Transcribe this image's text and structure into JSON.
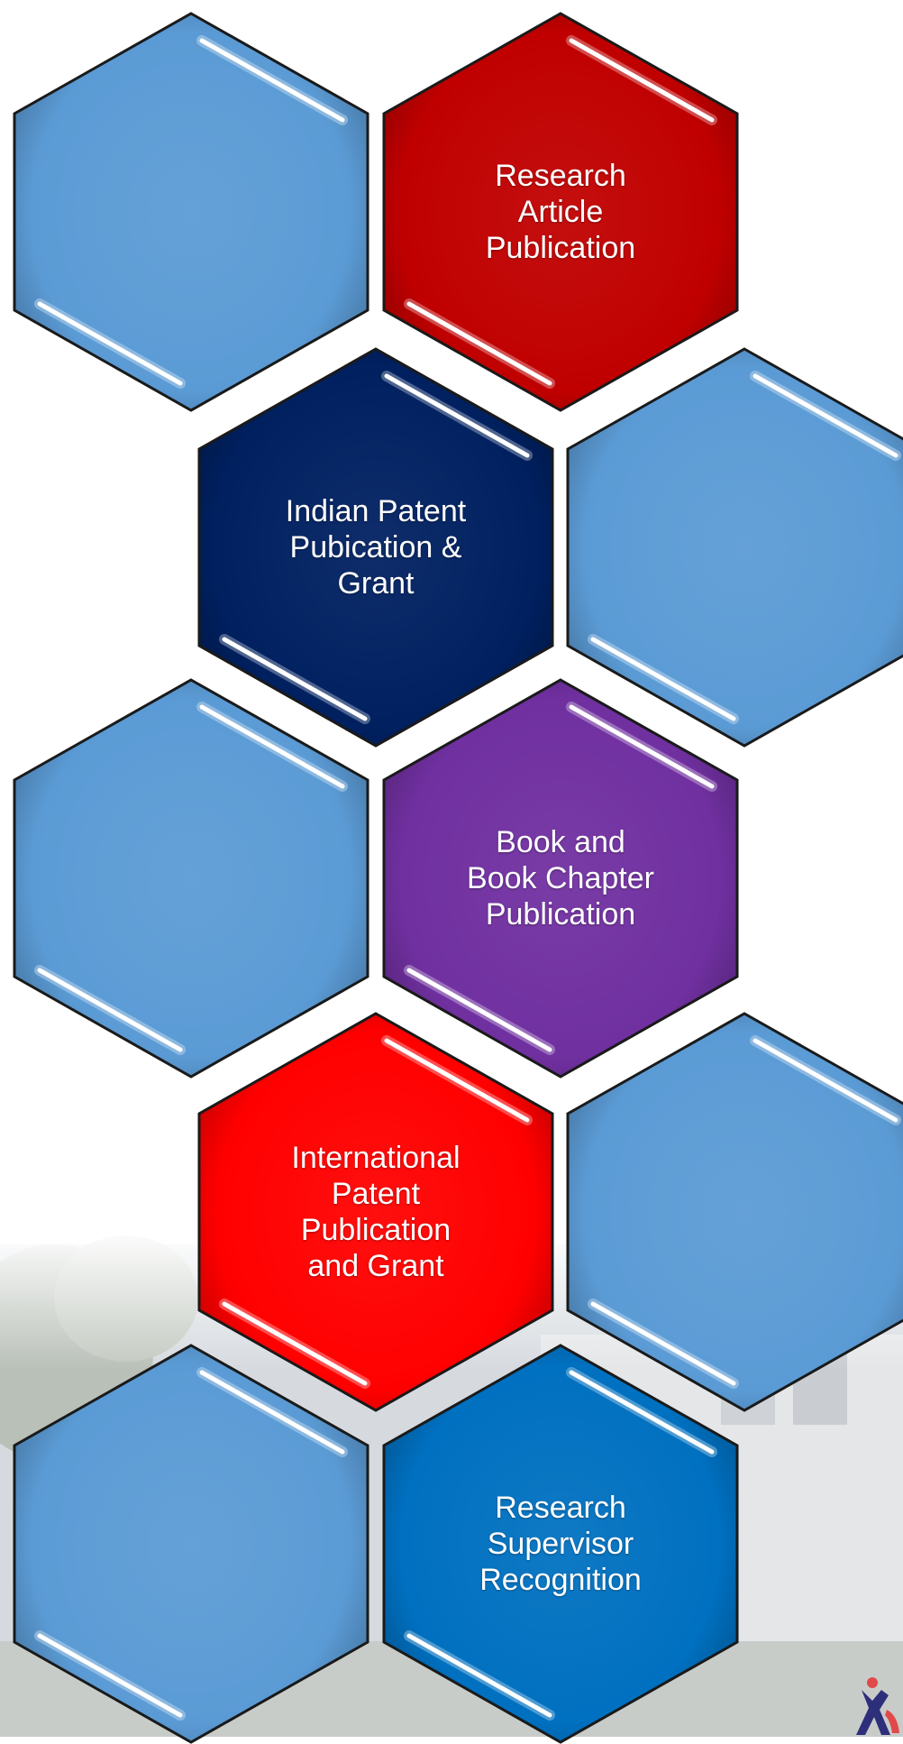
{
  "colors": {
    "light_blue": "#5b9bd5",
    "research_article": "#c00000",
    "indian_patent": "#002060",
    "book_chapter": "#7030a0",
    "international_patent": "#ff0000",
    "research_supervisor": "#0070c0",
    "outline": "#1a1a1a",
    "logo": "#2e2f7a"
  },
  "hexagons": [
    {
      "id": "blank-1",
      "label": "",
      "color": "#5b9bd5"
    },
    {
      "id": "research-article",
      "label": "Research\nArticle\nPublication",
      "color": "#c00000"
    },
    {
      "id": "indian-patent",
      "label": "Indian  Patent\nPubication &\nGrant",
      "color": "#002060"
    },
    {
      "id": "blank-2",
      "label": "",
      "color": "#5b9bd5"
    },
    {
      "id": "blank-3",
      "label": "",
      "color": "#5b9bd5"
    },
    {
      "id": "book-chapter",
      "label": "Book and\nBook Chapter\nPublication",
      "color": "#7030a0"
    },
    {
      "id": "international-patent",
      "label": "International\nPatent\nPublication\nand Grant",
      "color": "#ff0000"
    },
    {
      "id": "blank-4",
      "label": "",
      "color": "#5b9bd5"
    },
    {
      "id": "blank-5",
      "label": "",
      "color": "#5b9bd5"
    },
    {
      "id": "research-supervisor",
      "label": "Research\nSupervisor\nRecognition",
      "color": "#0070c0"
    }
  ]
}
